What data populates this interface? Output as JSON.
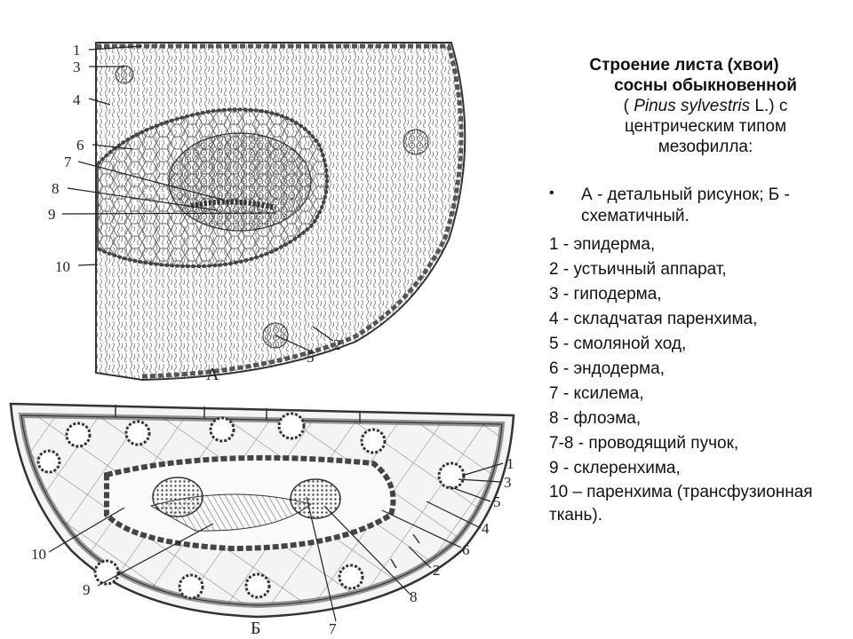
{
  "title": {
    "line1": "Строение листа (хвои)",
    "line2": "сосны обыкновенной",
    "line3_open": "( ",
    "line3_italic": "Pinus sylvestris",
    "line3_rest": " L.) с",
    "line4": "центрическим типом",
    "line5": "мезофилла:"
  },
  "legend": {
    "bullet_text": "А - детальный рисунок; Б - схематичный.",
    "items": [
      "1 - эпидерма,",
      "2 - устьичный аппарат,",
      "3 - гиподерма,",
      "4 - складчатая паренхима,",
      "5 - смоляной ход,",
      "6 - эндодерма,",
      "7 - ксилема,",
      "8 - флоэма,",
      "7-8 - проводящий пучок,",
      "9 - склеренхима,",
      "10 – паренхима (трансфузионная ткань)."
    ]
  },
  "figure_a": {
    "letter": "А",
    "labels": [
      "1",
      "3",
      "4",
      "6",
      "7",
      "8",
      "9",
      "10",
      "5",
      "2"
    ]
  },
  "figure_b": {
    "letter": "Б",
    "labels": [
      "1",
      "3",
      "5",
      "4",
      "6",
      "2",
      "8",
      "7",
      "9",
      "10"
    ]
  }
}
